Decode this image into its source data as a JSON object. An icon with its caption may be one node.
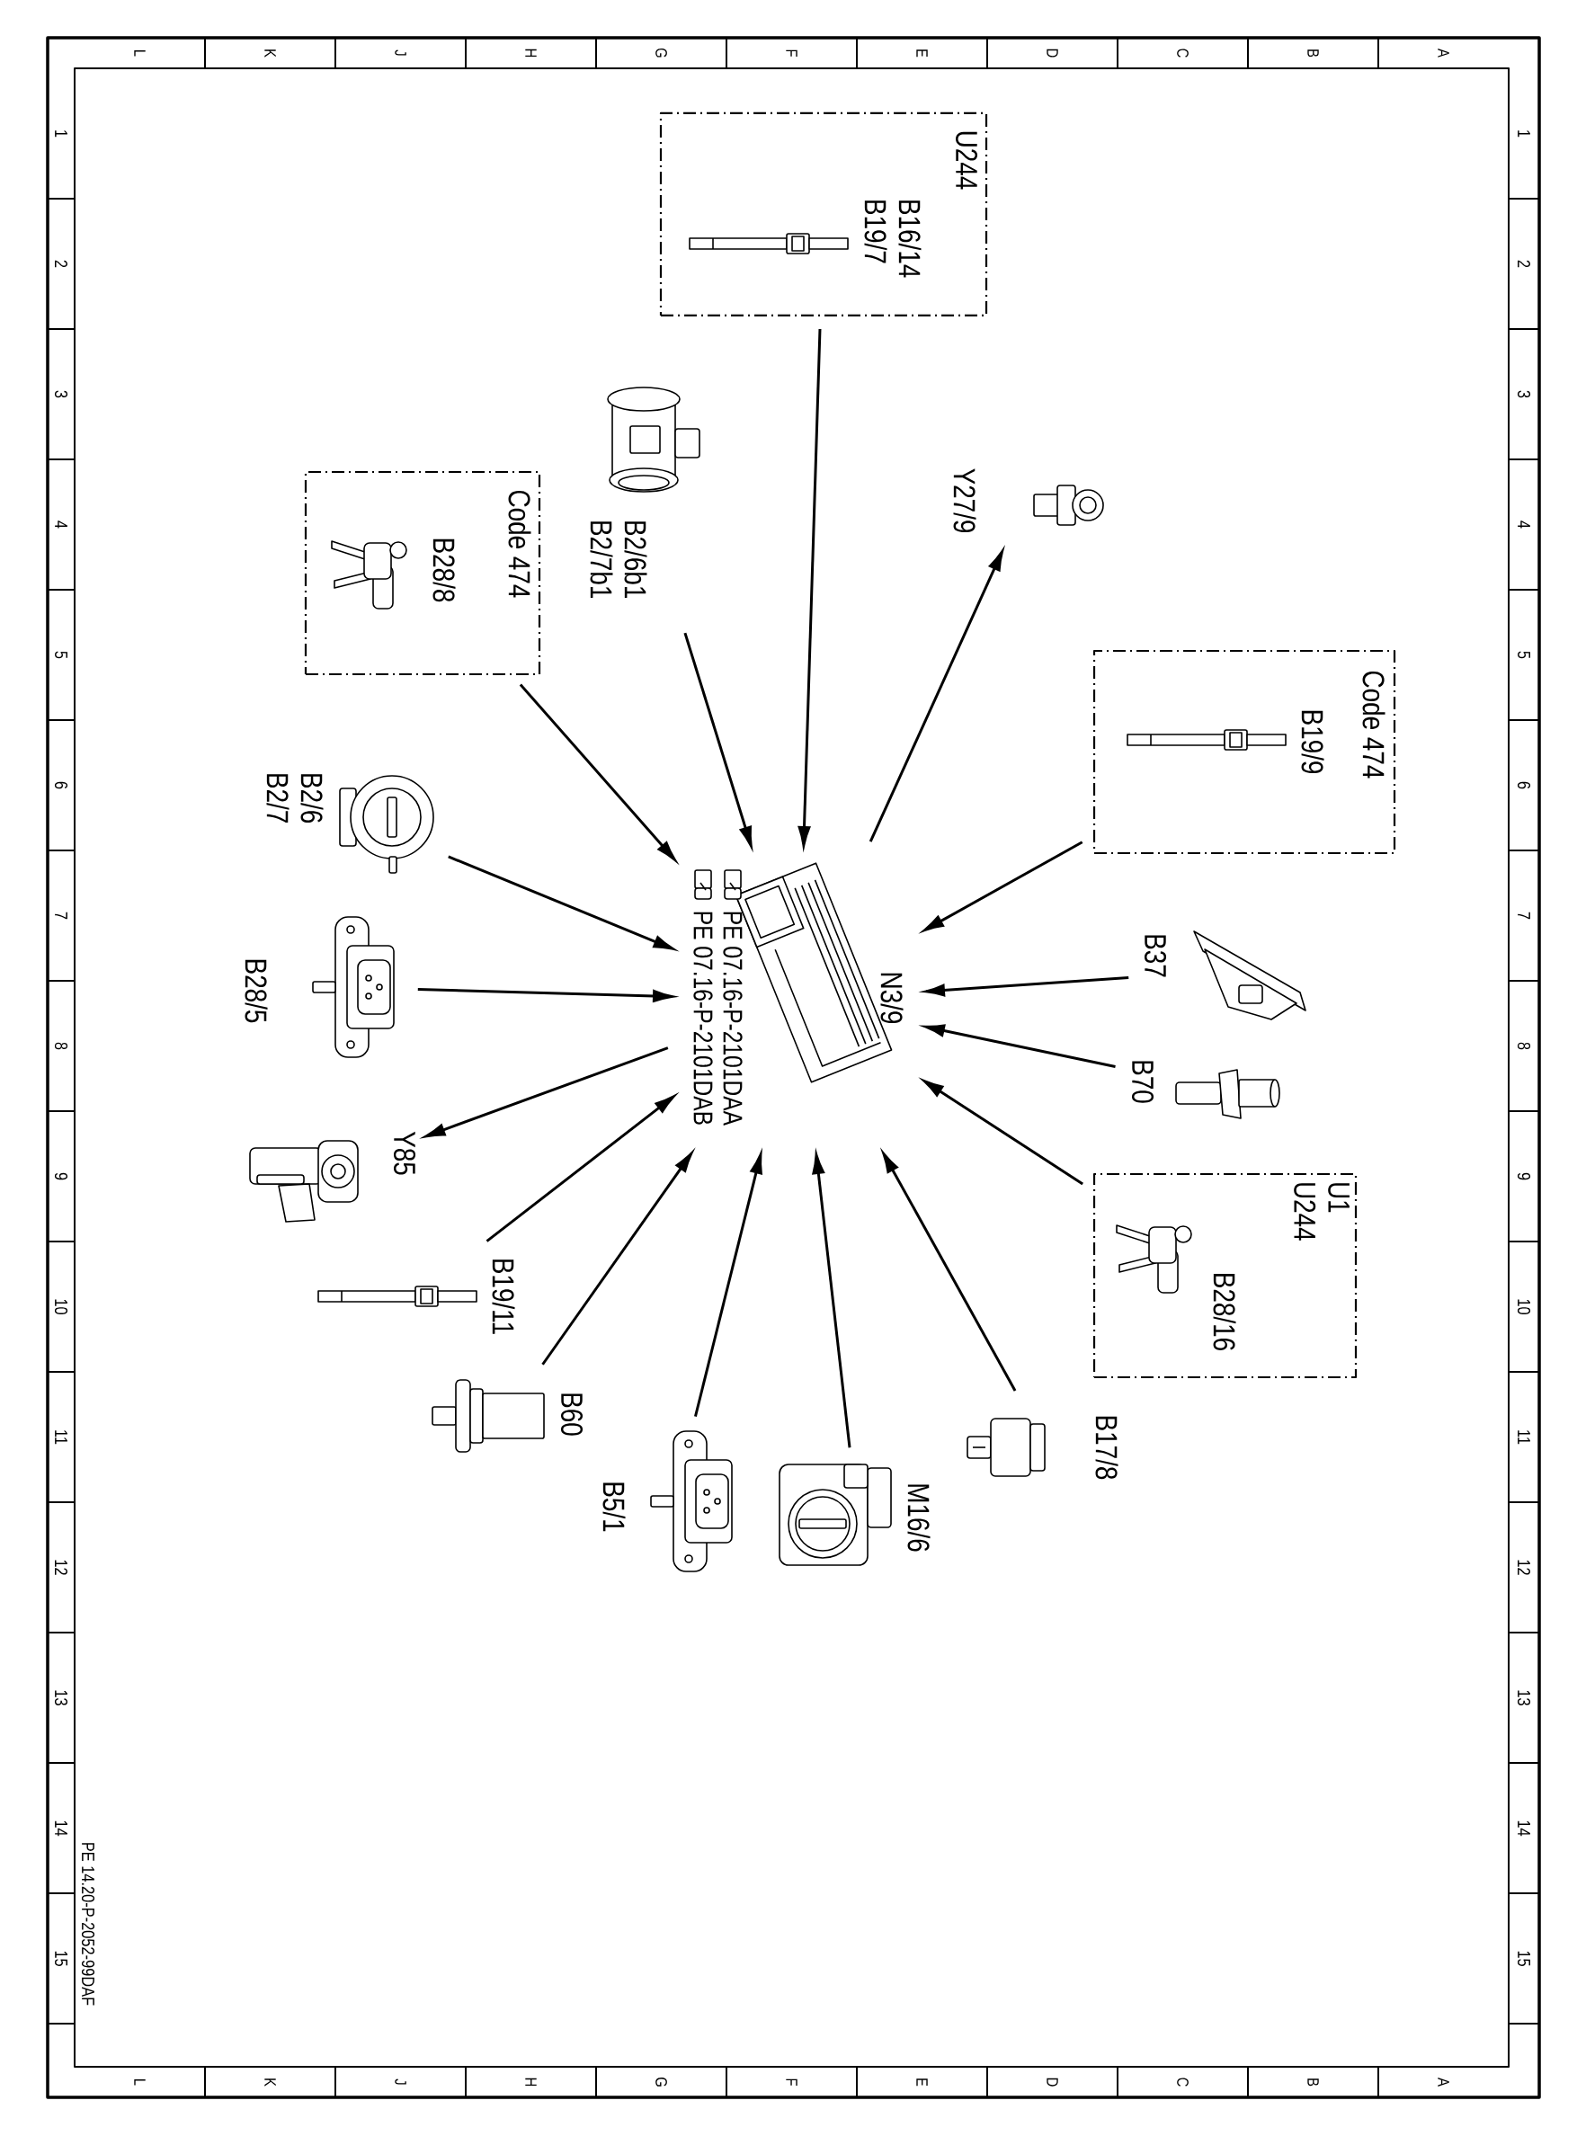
{
  "diagram": {
    "nodes": [
      {
        "text": [
          "N3/9"
        ],
        "beside": [
          "PE 07.16-P-2101DAA",
          "PE 07.16-P-2101DAB"
        ]
      },
      {
        "text": [
          "U244"
        ]
      },
      {
        "text": [
          "B16/14 B19/7"
        ],
        "in": 1
      },
      {
        "text": [
          "Code 474"
        ]
      },
      {
        "text": [
          "B28/8"
        ],
        "in": 3
      },
      {
        "text": [
          "B2/6b1 B2/7b1"
        ]
      },
      {
        "text": [
          "Y27/9"
        ]
      },
      {
        "text": [
          "Code 474"
        ]
      },
      {
        "text": [
          "B19/9"
        ],
        "in": 7
      },
      {
        "text": [
          "B2/6 B2/7"
        ]
      },
      {
        "text": [
          "B37"
        ]
      },
      {
        "text": [
          "B28/5"
        ]
      },
      {
        "text": [
          "B70"
        ]
      },
      {
        "text": [
          "Y85"
        ]
      },
      {
        "text": [
          "U1 U244"
        ]
      },
      {
        "text": [
          "B28/16"
        ],
        "in": 14
      },
      {
        "text": [
          "B19/11"
        ]
      },
      {
        "text": [
          "B60"
        ]
      },
      {
        "text": [
          "B17/8"
        ]
      },
      {
        "text": [
          "B5/1"
        ]
      },
      {
        "text": [
          "M16/6"
        ]
      }
    ],
    "edges": [
      {
        "from": 1,
        "to": 0,
        "arrow": "to"
      },
      {
        "from": 3,
        "to": 0,
        "arrow": "to"
      },
      {
        "from": 5,
        "to": 0,
        "arrow": "to"
      },
      {
        "from": 0,
        "to": 6,
        "arrow": "to"
      },
      {
        "from": 7,
        "to": 0,
        "arrow": "to"
      },
      {
        "from": 9,
        "to": 0,
        "arrow": "to"
      },
      {
        "from": 10,
        "to": 0,
        "arrow": "to"
      },
      {
        "from": 11,
        "to": 0,
        "arrow": "to"
      },
      {
        "from": 12,
        "to": 0,
        "arrow": "to"
      },
      {
        "from": 0,
        "to": 13,
        "arrow": "to"
      },
      {
        "from": 14,
        "to": 0,
        "arrow": "to"
      },
      {
        "from": 16,
        "to": 0,
        "arrow": "to"
      },
      {
        "from": 17,
        "to": 0,
        "arrow": "to"
      },
      {
        "from": 18,
        "to": 0,
        "arrow": "to"
      },
      {
        "from": 19,
        "to": 0,
        "arrow": "to"
      },
      {
        "from": 20,
        "to": 0,
        "arrow": "to"
      }
    ],
    "labels": [
      "L",
      "K",
      "J",
      "H",
      "G",
      "F",
      "E",
      "D",
      "C",
      "B",
      "A",
      "1",
      "1",
      "2",
      "2",
      "3",
      "3",
      "4",
      "4",
      "5",
      "5",
      "6",
      "6",
      "7",
      "7",
      "8",
      "8",
      "9",
      "9",
      "10",
      "10",
      "11",
      "11",
      "12",
      "12",
      "13",
      "13",
      "14",
      "14",
      "15",
      "15",
      "PE 14.20-P-2052-99DAF",
      "L",
      "K",
      "J",
      "H",
      "G",
      "F",
      "E",
      "D",
      "C",
      "B",
      "A"
    ]
  }
}
